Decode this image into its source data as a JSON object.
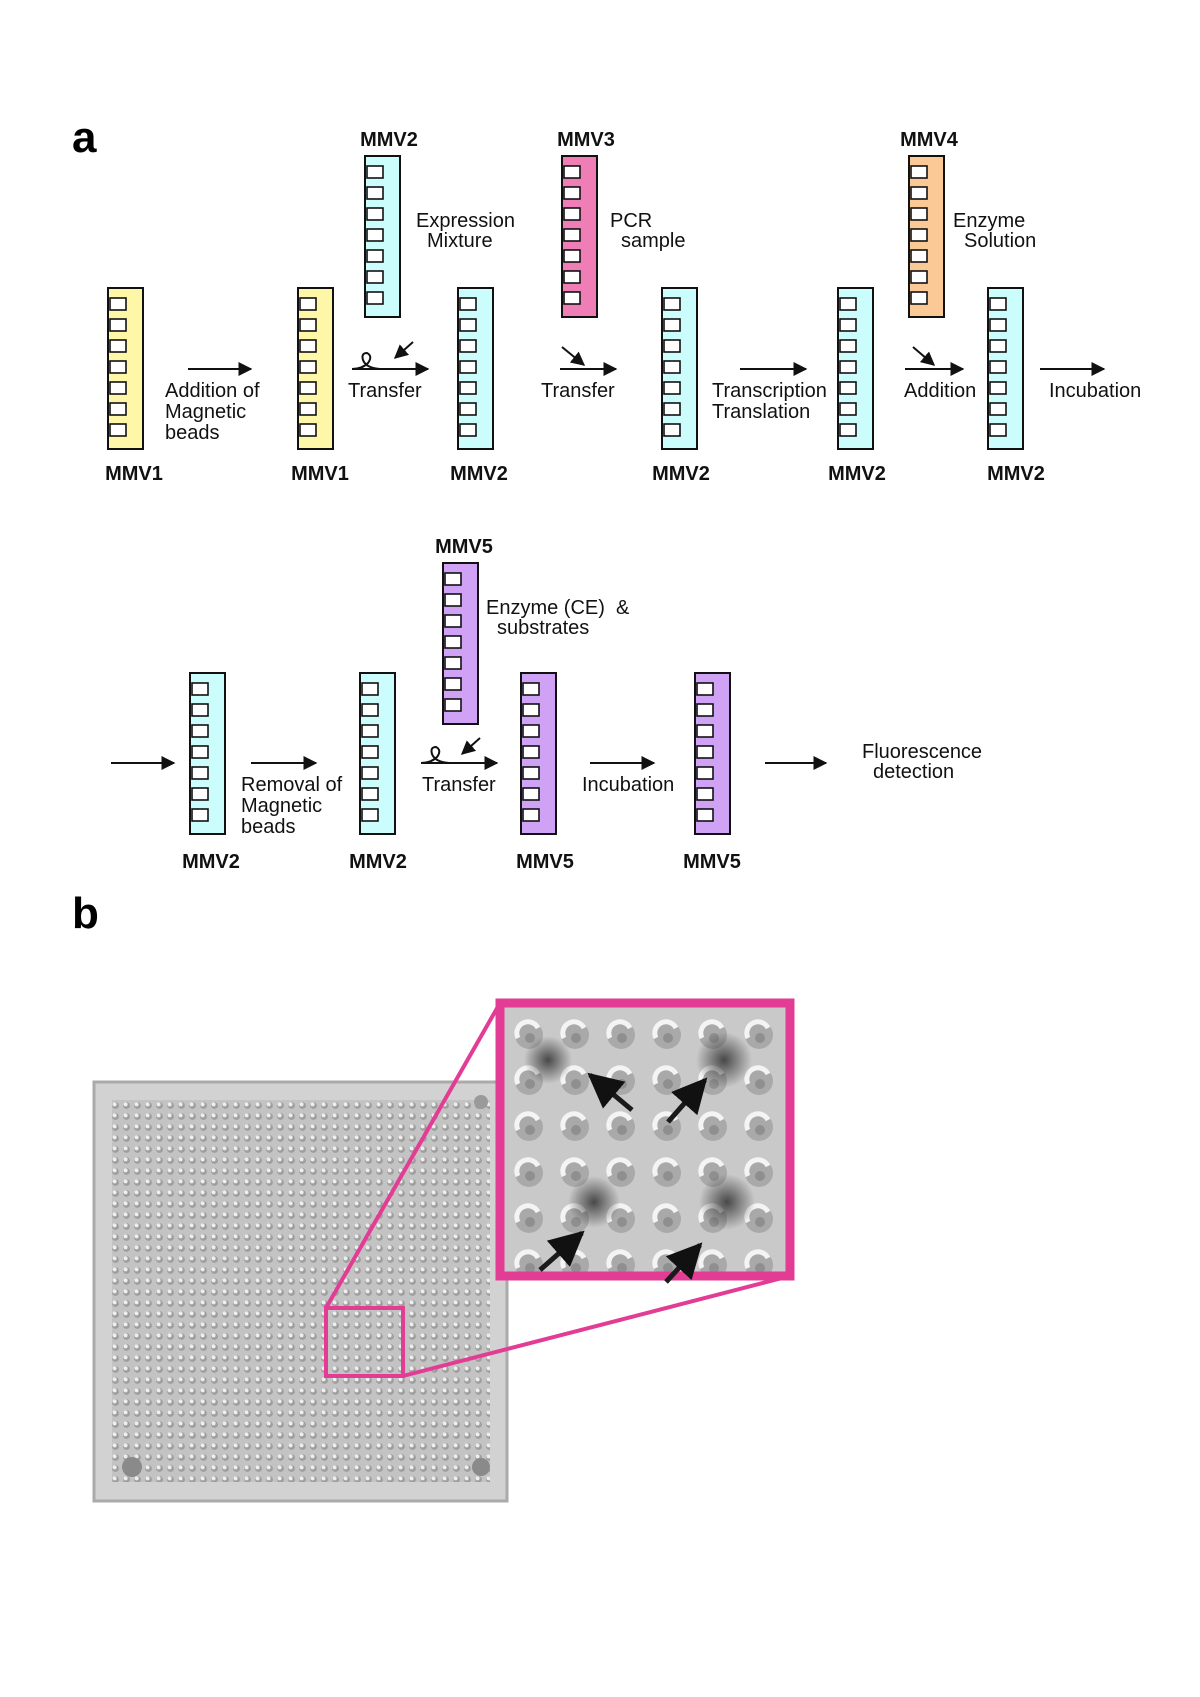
{
  "panels": {
    "a": "a",
    "b": "b"
  },
  "colors": {
    "MMV1": "#fff7a8",
    "MMV2": "#ccfdfd",
    "MMV3": "#f07eb6",
    "MMV4": "#fbc996",
    "MMV5": "#cfa2f6",
    "highlight": "#e23c94"
  },
  "row1": {
    "top_names": {
      "mmv2": "MMV2",
      "mmv3": "MMV3",
      "mmv4": "MMV4"
    },
    "top_notes": {
      "expression_1": "Expression",
      "expression_2": "Mixture",
      "pcr_1": "PCR",
      "pcr_2": "sample",
      "enzyme_1": "Enzyme",
      "enzyme_2": "Solution"
    },
    "bottom_names": [
      "MMV1",
      "MMV1",
      "MMV2",
      "MMV2",
      "MMV2",
      "MMV2"
    ],
    "steps": {
      "addition_beads_1": "Addition of",
      "addition_beads_2": "Magnetic",
      "addition_beads_3": "beads",
      "transfer_1": "Transfer",
      "transfer_2": "Transfer",
      "tt_1": "Transcription",
      "tt_2": "Translation",
      "addition": "Addition",
      "incubation": "Incubation"
    }
  },
  "row2": {
    "top_names": {
      "mmv5": "MMV5"
    },
    "top_notes": {
      "enzyme_ce_1": "Enzyme (CE)  &",
      "enzyme_ce_2": "substrates"
    },
    "bottom_names": [
      "MMV2",
      "MMV2",
      "MMV5",
      "MMV5"
    ],
    "steps": {
      "removal_1": "Removal of",
      "removal_2": "Magnetic",
      "removal_3": "beads",
      "transfer": "Transfer",
      "incubation": "Incubation",
      "fluor_1": "Fluorescence",
      "fluor_2": "detection"
    }
  }
}
